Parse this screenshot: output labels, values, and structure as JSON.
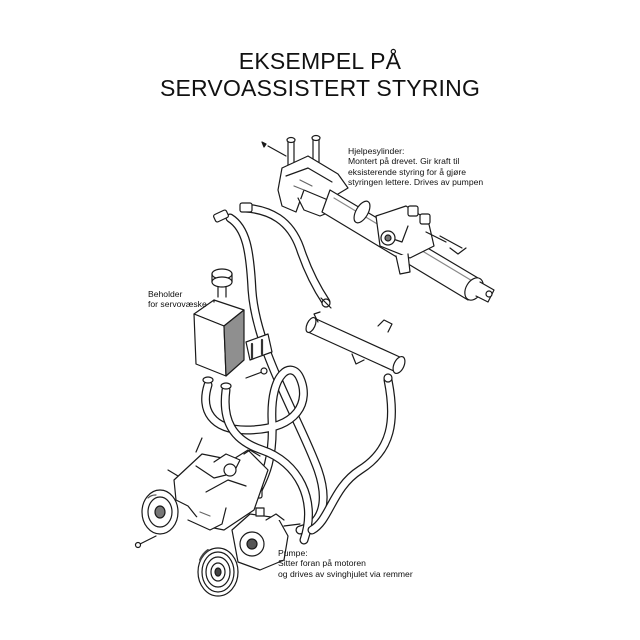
{
  "title": {
    "line1": "EKSEMPEL PÅ",
    "line2": "SERVOASSISTERT STYRING"
  },
  "labels": {
    "cylinder": [
      "Hjelpesylinder:",
      "Montert på drevet. Gir kraft til",
      "eksisterende styring for å gjøre",
      "styringen lettere. Drives av pumpen"
    ],
    "reservoir": [
      "Beholder",
      "for servovæske"
    ],
    "pump": [
      "Pumpe:",
      "Sitter foran på motoren",
      "og drives av svinghjulet via remmer"
    ]
  },
  "colors": {
    "line": "#1a1a1a",
    "fill": "#ffffff",
    "shade": "#9a9a9a",
    "dark": "#333333"
  },
  "icons": {
    "cylinder": "steering-assist-cylinder-icon",
    "reservoir": "fluid-reservoir-icon",
    "pump": "power-steering-pump-icon"
  }
}
